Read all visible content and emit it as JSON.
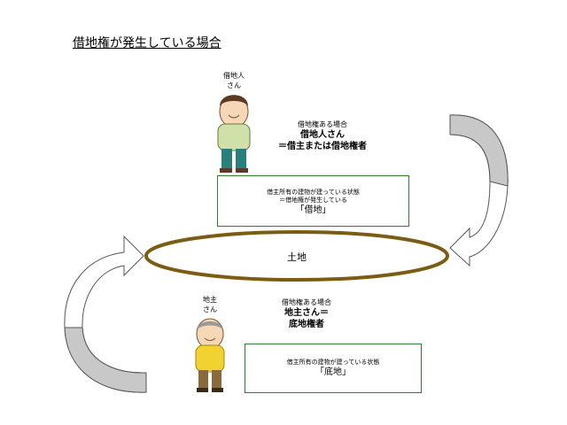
{
  "title": "借地権が発生している場合",
  "tenant": {
    "figure_label_line1": "借地人",
    "figure_label_line2": "さん",
    "note": "借地権ある場合",
    "role_line1": "借地人さん",
    "role_line2": "＝借主または借地権者",
    "box_line1": "借主所有の建物が建っている状態",
    "box_line2": "＝借地権が発生している",
    "box_line3": "「借地」"
  },
  "land_label": "土地",
  "landlord": {
    "figure_label_line1": "地主",
    "figure_label_line2": "さん",
    "note": "借地権ある場合",
    "role_line1": "地主さん＝",
    "role_line2": "底地権者",
    "box_line1": "借主所有の建物が建っている状態",
    "box_line2": "「底地」"
  },
  "colors": {
    "ellipse_stroke": "#7a5c12",
    "arrow_fill": "#c8c8c8",
    "box_border": "#2e7d32",
    "tenant_shirt": "#cfe0a8",
    "tenant_pants": "#2a7f7a",
    "landlord_shirt": "#f2d230",
    "landlord_pants": "#8a6a3a"
  }
}
